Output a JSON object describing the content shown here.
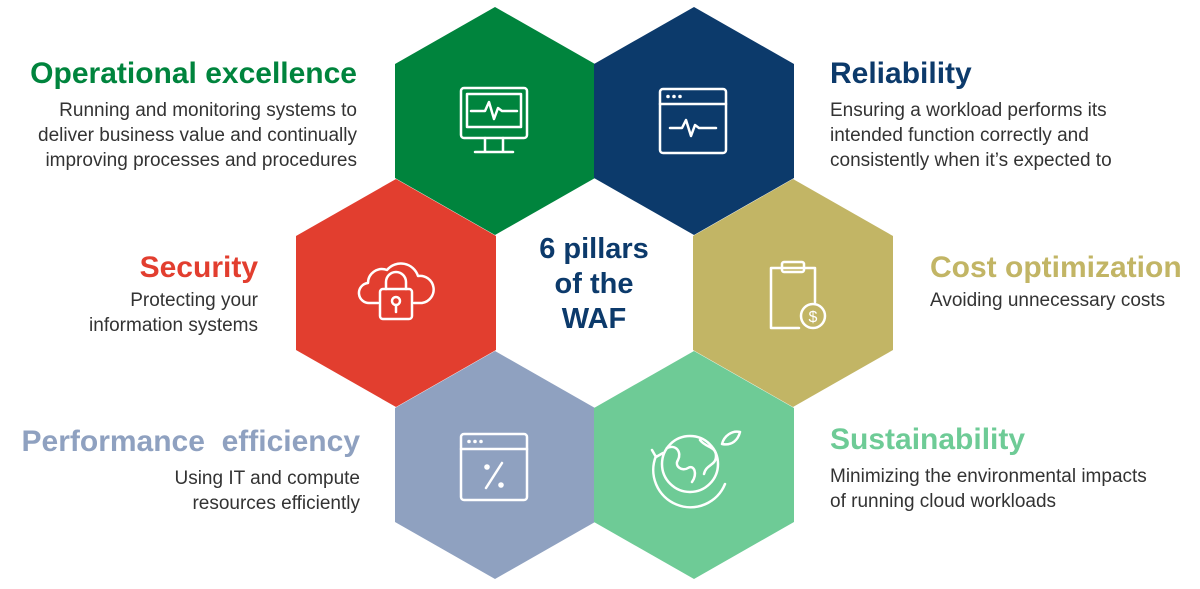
{
  "center": {
    "lines": [
      "6 pillars",
      "of the",
      "WAF"
    ]
  },
  "colors": {
    "operational": "#00843d",
    "reliability": "#0c3a6b",
    "security": "#e23e2f",
    "cost": "#c2b565",
    "performance": "#8fa1c0",
    "sustainability": "#6ecb96",
    "center_text": "#0c3a6b"
  },
  "pillars": {
    "operational_excellence": {
      "title": "Operational excellence",
      "desc": [
        "Running and monitoring systems to",
        "deliver business value and continually",
        "improving processes and procedures"
      ],
      "icon": "monitor-pulse-icon"
    },
    "security": {
      "title": "Security",
      "desc": [
        "Protecting your",
        "information systems"
      ],
      "icon": "cloud-lock-icon"
    },
    "performance_efficiency": {
      "title": "Performance  efficiency",
      "desc": [
        "Using IT and compute",
        "resources efficiently"
      ],
      "icon": "window-percent-icon"
    },
    "reliability": {
      "title": "Reliability",
      "desc": [
        "Ensuring a workload performs its",
        "intended function correctly and",
        "consistently when it’s expected to"
      ],
      "icon": "window-pulse-icon"
    },
    "cost_optimization": {
      "title": "Cost optimization",
      "desc": [
        "Avoiding unnecessary costs"
      ],
      "icon": "clipboard-dollar-icon"
    },
    "sustainability": {
      "title": "Sustainability",
      "desc": [
        "Minimizing the environmental impacts",
        "of running cloud workloads"
      ],
      "icon": "globe-leaf-icon"
    }
  }
}
